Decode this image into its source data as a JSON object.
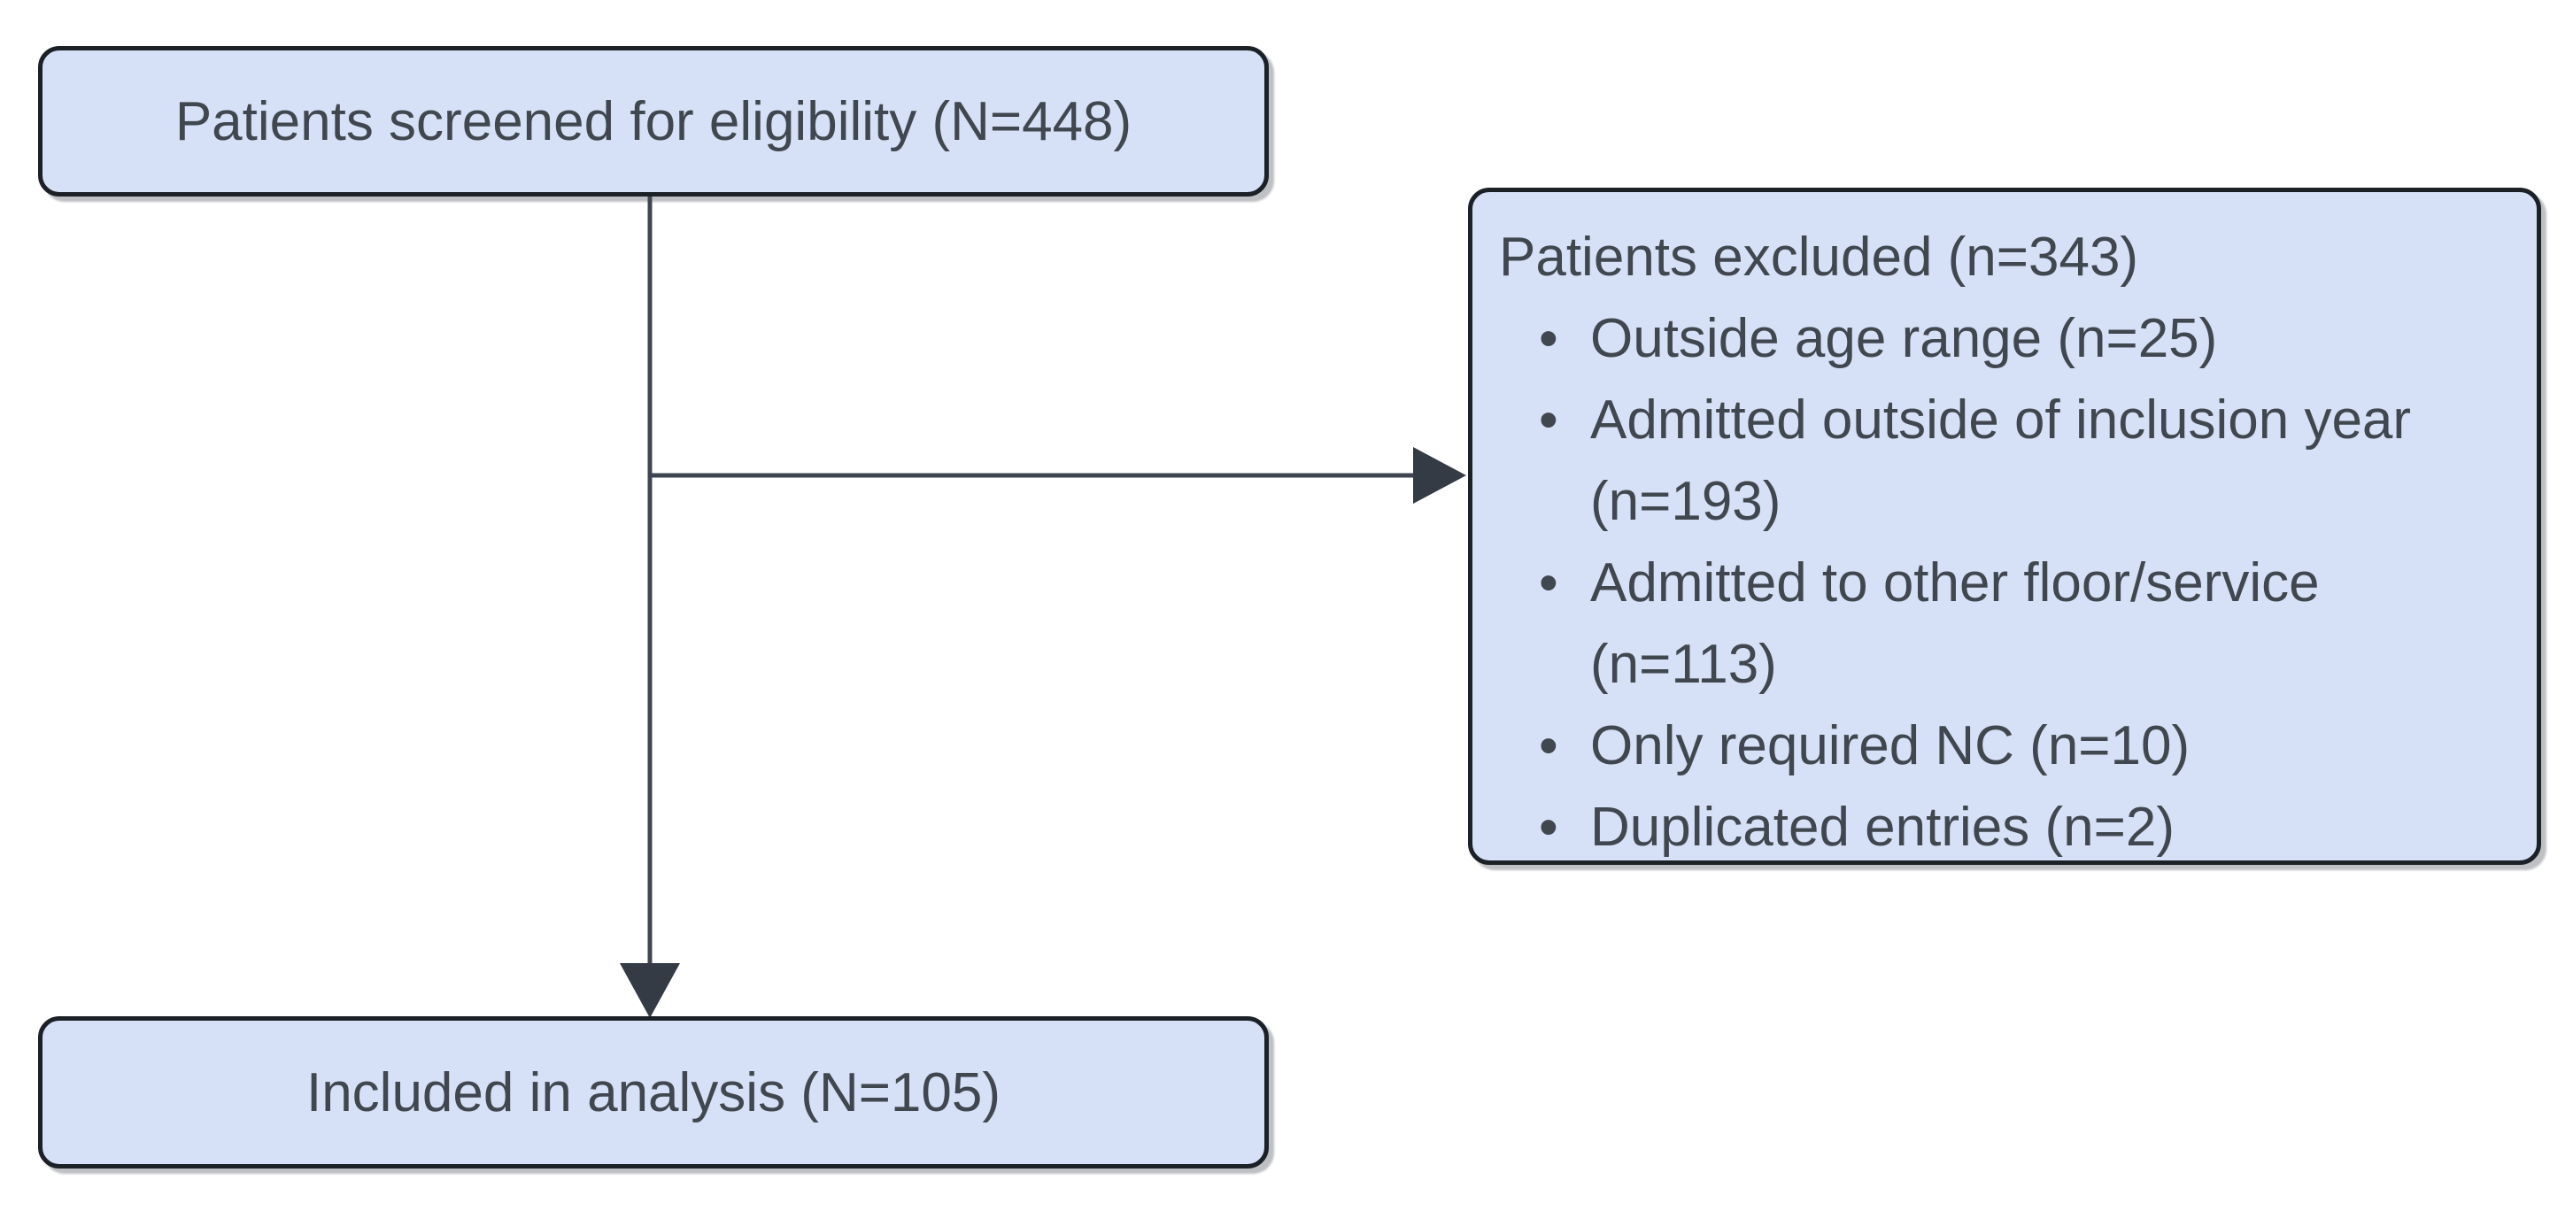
{
  "colors": {
    "background": "#ffffff",
    "box_fill": "#d6e1f7",
    "box_border": "#1c2027",
    "box_text": "#40474f",
    "arrow": "#3f4550",
    "arrowhead": "#343b45"
  },
  "boxes": {
    "screened": {
      "label": "Patients screened for eligibility (N=448)"
    },
    "excluded": {
      "title": "Patients excluded (n=343)",
      "bullet_char": "•",
      "items": [
        "Outside age range (n=25)",
        "Admitted outside of inclusion year (n=193)",
        "Admitted to other floor/service (n=113)",
        "Only required NC (n=10)",
        "Duplicated entries (n=2)"
      ]
    },
    "included": {
      "label": "Included in analysis (N=105)"
    }
  }
}
